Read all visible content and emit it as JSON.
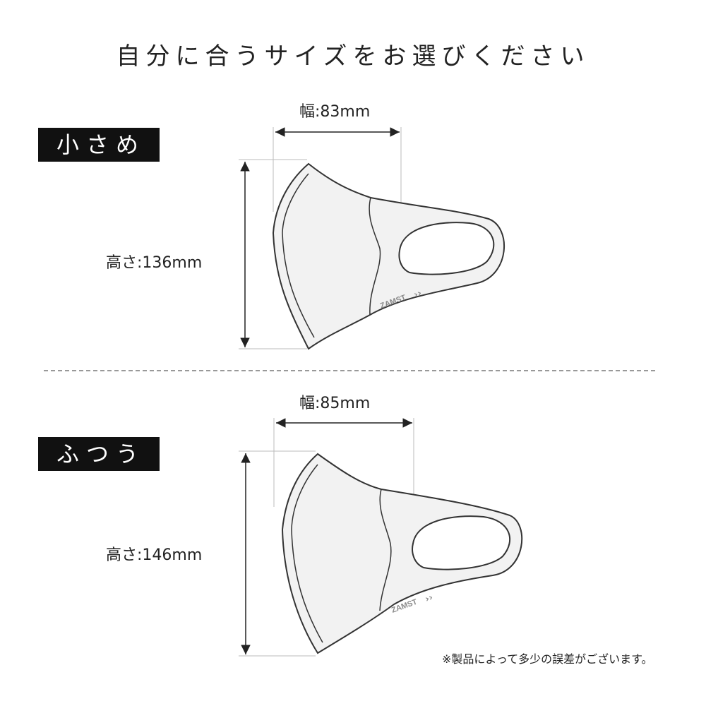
{
  "title": "自分に合うサイズをお選びください",
  "sizes": [
    {
      "label": "小さめ",
      "width_label": "幅:83mm",
      "height_label": "高さ:136mm",
      "brand": "ZAMST"
    },
    {
      "label": "ふつう",
      "width_label": "幅:85mm",
      "height_label": "高さ:146mm",
      "brand": "ZAMST"
    }
  ],
  "disclaimer": "※製品によって多少の誤差がございます。",
  "colors": {
    "badge_bg": "#111111",
    "mask_fill": "#f2f2f2",
    "outline": "#333333",
    "guide": "#bbbbbb"
  }
}
